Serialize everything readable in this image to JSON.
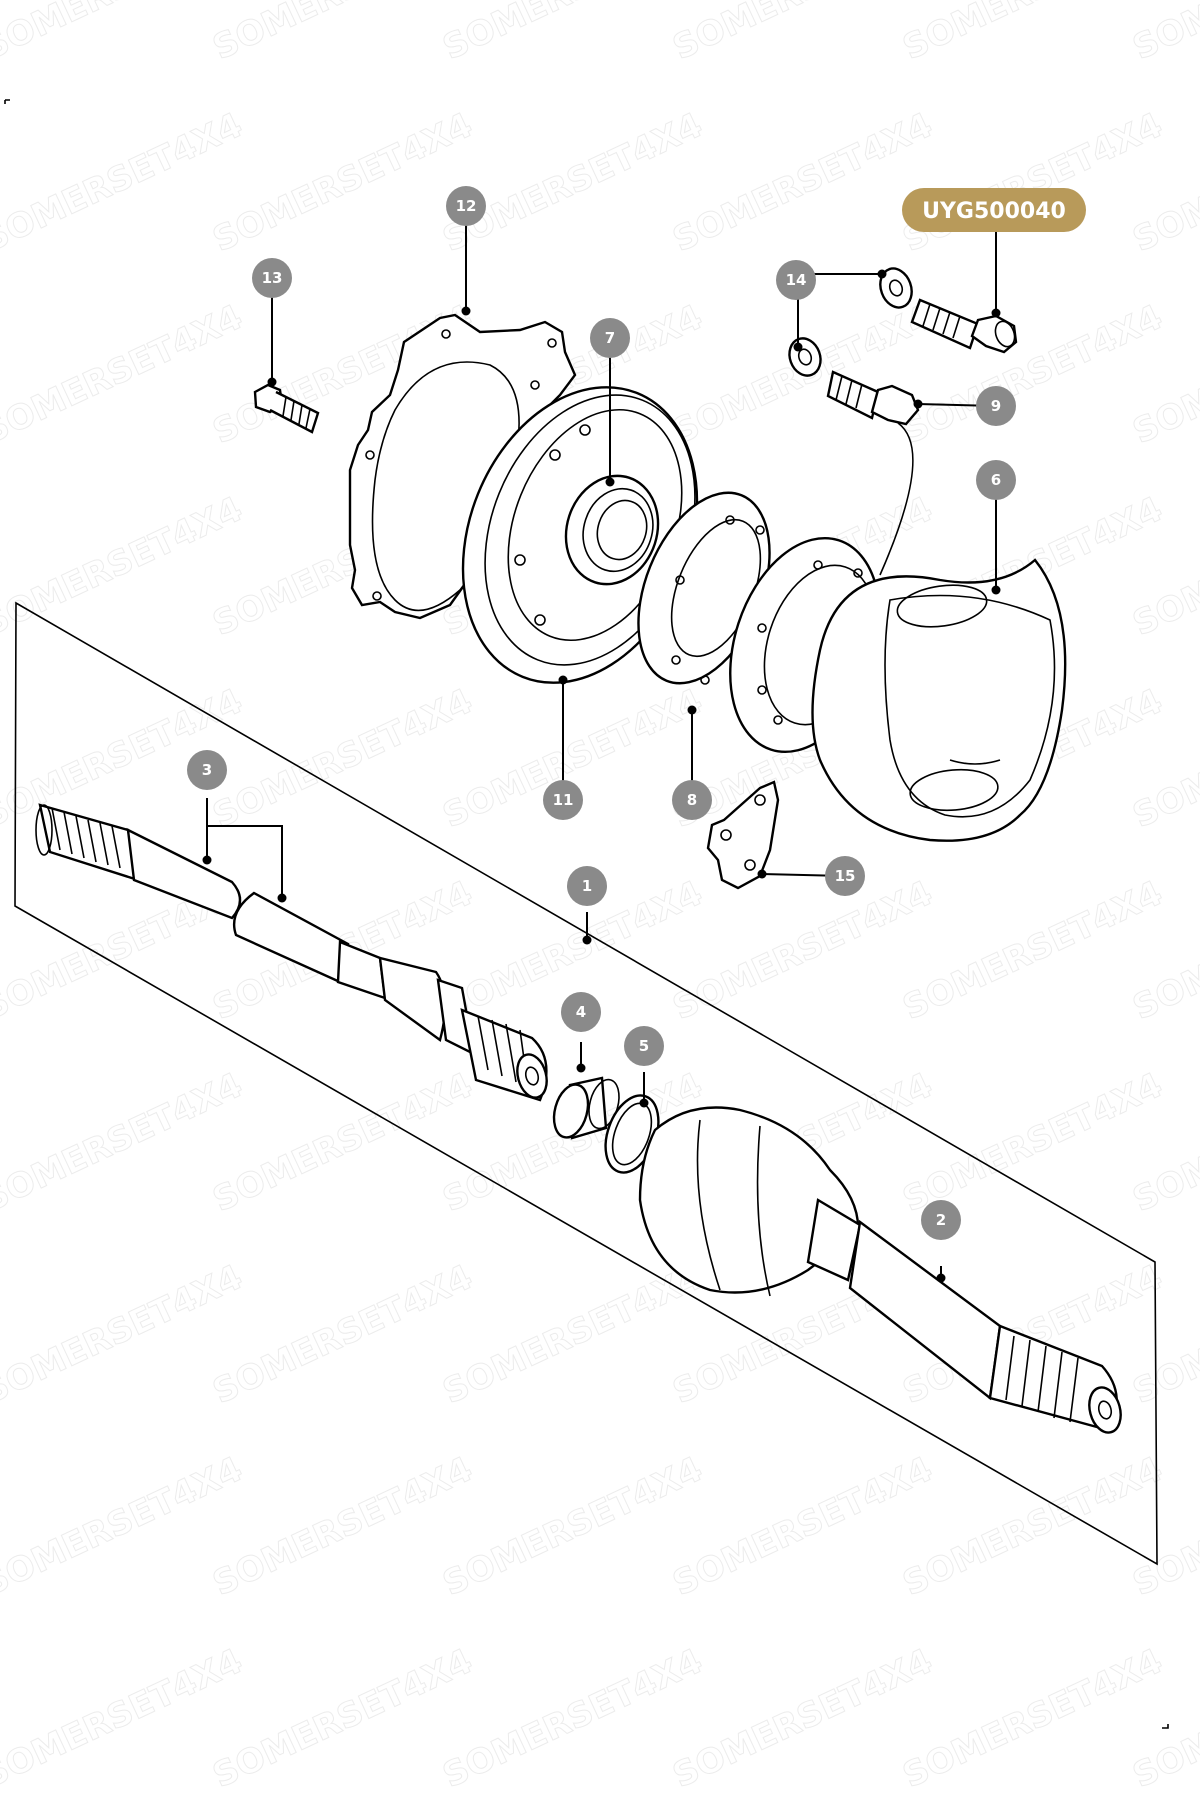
{
  "watermark": "SOMERSET4X4",
  "highlighted_part": {
    "label": "UYG500040",
    "color": "#b89a5a"
  },
  "callout_color": "#8a8a8a",
  "callouts": [
    {
      "id": "1",
      "label": "1"
    },
    {
      "id": "2",
      "label": "2"
    },
    {
      "id": "3",
      "label": "3"
    },
    {
      "id": "4",
      "label": "4"
    },
    {
      "id": "5",
      "label": "5"
    },
    {
      "id": "6",
      "label": "6"
    },
    {
      "id": "7",
      "label": "7"
    },
    {
      "id": "8",
      "label": "8"
    },
    {
      "id": "9",
      "label": "9"
    },
    {
      "id": "11",
      "label": "11"
    },
    {
      "id": "12",
      "label": "12"
    },
    {
      "id": "13",
      "label": "13"
    },
    {
      "id": "14",
      "label": "14"
    },
    {
      "id": "15",
      "label": "15"
    }
  ]
}
